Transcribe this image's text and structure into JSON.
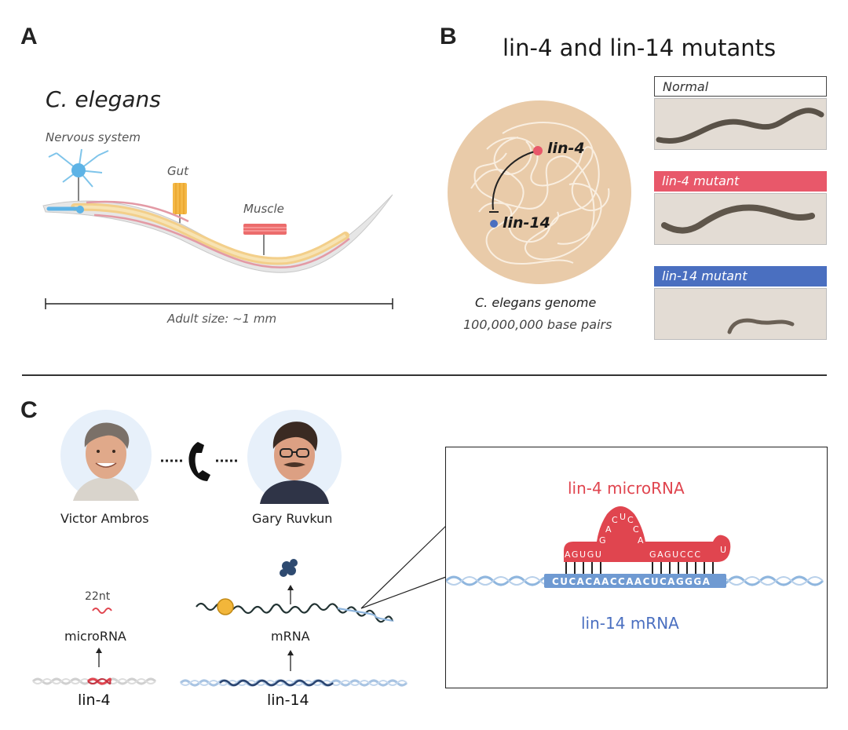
{
  "panels": {
    "a": "A",
    "b": "B",
    "c": "C"
  },
  "panel_a": {
    "title": "C. elegans",
    "nervous_label": "Nervous system",
    "gut_label": "Gut",
    "muscle_label": "Muscle",
    "size_label": "Adult size: ~1 mm"
  },
  "panel_b": {
    "title": "lin-4 and lin-14 mutants",
    "gene_lin4": "lin-4",
    "gene_lin14": "lin-14",
    "genome_label": "C. elegans genome",
    "genome_size": "100,000,000 base pairs",
    "photos": [
      {
        "label": "Normal",
        "color": "#ffffff",
        "text_color": "#333333"
      },
      {
        "label": "lin-4 mutant",
        "color": "#e8586a",
        "text_color": "#ffffff"
      },
      {
        "label": "lin-14 mutant",
        "color": "#4a6fc0",
        "text_color": "#ffffff"
      }
    ]
  },
  "panel_c": {
    "person_left": "Victor Ambros",
    "person_right": "Gary Ruvkun",
    "nt_label": "22nt",
    "microrna_label": "microRNA",
    "lin4_gene": "lin-4",
    "mrna_label": "mRNA",
    "lin14_gene": "lin-14",
    "inset": {
      "microrna_title": "lin-4 microRNA",
      "mrna_title": "lin-14 mRNA",
      "left_arm": "AGUGU",
      "loop": [
        "G",
        "A",
        "C",
        "U",
        "C",
        "C",
        "A"
      ],
      "right_arm": "GAGUCCC",
      "tail": "U",
      "mrna_seq": "CUCACAACCAACUCAGGGA"
    }
  },
  "colors": {
    "red": "#e0454f",
    "blue": "#4a6fc0",
    "genome_bg": "#e9cba9"
  }
}
